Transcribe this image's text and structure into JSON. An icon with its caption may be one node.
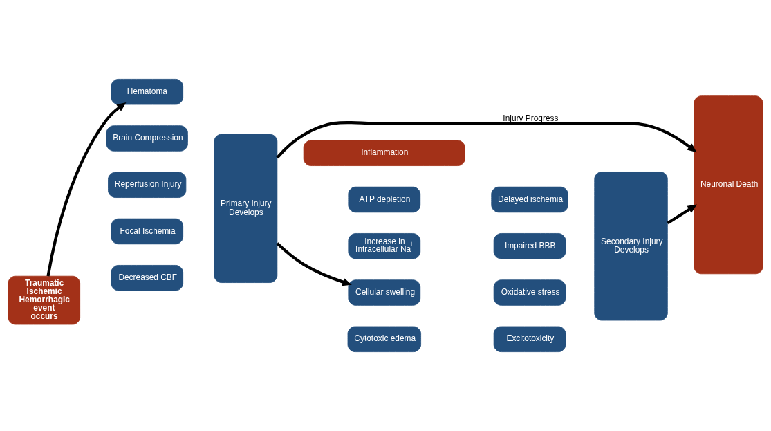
{
  "diagram": {
    "nodes": [
      {
        "text": [
          "Traumatic Ischemic Hemorrhagic event occurs"
        ]
      },
      {
        "text": [
          "Hematoma"
        ]
      },
      {
        "text": [
          "Brain Compression"
        ]
      },
      {
        "text": [
          "Reperfusion Injury"
        ]
      },
      {
        "text": [
          "Focal Ischemia"
        ]
      },
      {
        "text": [
          "Decreased CBF"
        ]
      },
      {
        "text": [
          "Primary Injury Develops"
        ]
      },
      {
        "text": [
          "Inflammation"
        ]
      },
      {
        "text": [
          "ATP depletion"
        ]
      },
      {
        "text": [
          "Delayed ischemia"
        ]
      },
      {
        "text": [
          "Increase in Intracellular Na$^{+}$"
        ]
      },
      {
        "text": [
          "Impaired BBB"
        ]
      },
      {
        "text": [
          "Cellular swelling"
        ]
      },
      {
        "text": [
          "Oxidative stress"
        ]
      },
      {
        "text": [
          "Cytotoxic edema"
        ]
      },
      {
        "text": [
          "Excitotoxicity"
        ]
      },
      {
        "text": [
          "Secondary Injury Develops"
        ]
      },
      {
        "text": [
          "Neuronal Death"
        ]
      }
    ],
    "edges": [
      {
        "from": 0,
        "to": 1,
        "arrow": "to"
      },
      {
        "from": 6,
        "to": 17,
        "arrow": "to",
        "label": "Injury Progress"
      },
      {
        "from": 6,
        "to": 12,
        "arrow": "to"
      },
      {
        "from": 16,
        "to": 17,
        "arrow": "to"
      }
    ]
  }
}
